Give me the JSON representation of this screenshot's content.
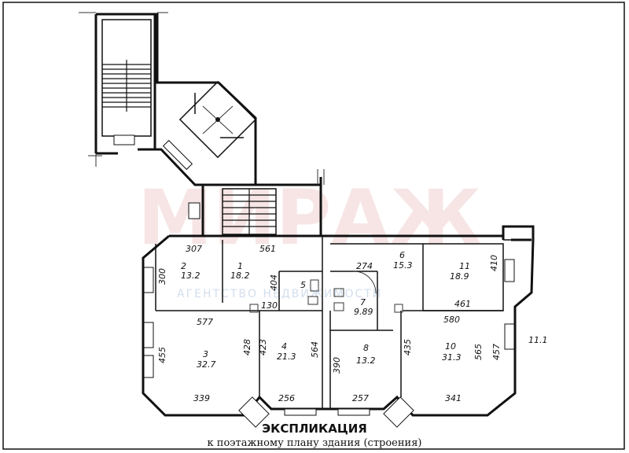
{
  "watermark": {
    "text": "МИРАЖ",
    "subtext": "АГЕНТСТВО НЕДВИЖИМОСТИ"
  },
  "rooms": [
    {
      "number": "1",
      "area": "18.2"
    },
    {
      "number": "2",
      "area": "13.2"
    },
    {
      "number": "3",
      "area": "32.7"
    },
    {
      "number": "4",
      "area": "21.3"
    },
    {
      "number": "5",
      "area": ""
    },
    {
      "number": "6",
      "area": "15.3"
    },
    {
      "number": "7",
      "area": "9.89"
    },
    {
      "number": "8",
      "area": "13.2"
    },
    {
      "number": "10",
      "area": "31.3"
    },
    {
      "number": "11",
      "area": "18.9"
    }
  ],
  "dimensions": {
    "d307": "307",
    "d561": "561",
    "d300": "300",
    "d404": "404",
    "d130": "130",
    "d577": "577",
    "d455": "455",
    "d428": "428",
    "d423": "423",
    "d564": "564",
    "d339": "339",
    "d256": "256",
    "d274": "274",
    "d410": "410",
    "d461": "461",
    "d580": "580",
    "d390": "390",
    "d435": "435",
    "d457": "457",
    "d565": "565",
    "d257": "257",
    "d341": "341"
  },
  "side_label": "11.1",
  "title": "ЭКСПЛИКАЦИЯ",
  "subtitle": "к поэтажному плану здания (строения)"
}
